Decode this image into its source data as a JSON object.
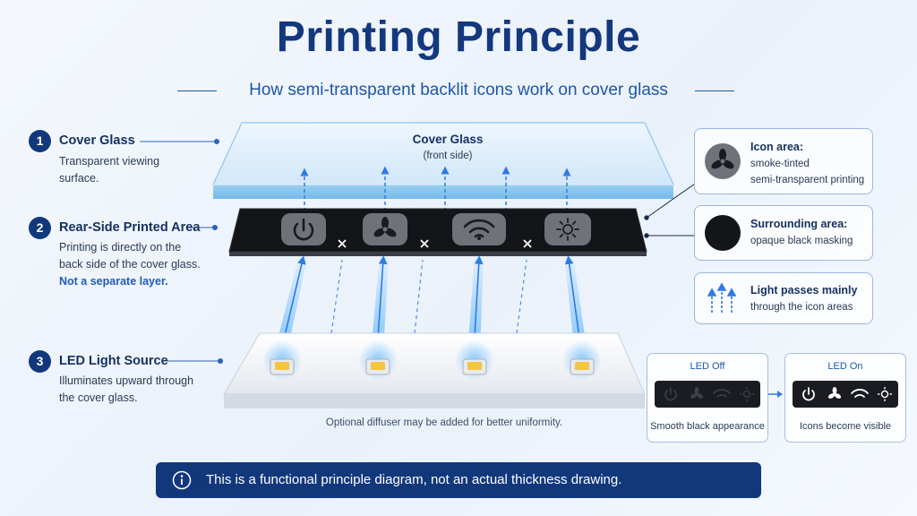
{
  "header": {
    "title": "Printing Principle",
    "subtitle": "How semi-transparent backlit icons work on cover glass"
  },
  "steps": [
    {
      "num": "1",
      "title": "Cover Glass",
      "desc_lines": [
        "Transparent viewing",
        "surface."
      ]
    },
    {
      "num": "2",
      "title": "Rear-Side Printed Area",
      "desc_lines": [
        "Printing is directly on the",
        "back side of the cover glass."
      ],
      "note": "Not a separate layer."
    },
    {
      "num": "3",
      "title": "LED Light Source",
      "desc_lines": [
        "Illuminates upward through",
        "the cover glass."
      ]
    }
  ],
  "diagram": {
    "glass_label": "Cover Glass",
    "glass_sub": "(front side)",
    "diffuser_note": "Optional diffuser may be added for better uniformity.",
    "icons": [
      "power-icon",
      "fan-icon",
      "wifi-icon",
      "sun-icon"
    ]
  },
  "info_boxes": [
    {
      "title": "Icon area:",
      "desc_lines": [
        "smoke-tinted",
        "semi-transparent printing"
      ],
      "icon": "fan-icon"
    },
    {
      "title": "Surrounding area:",
      "desc_lines": [
        "opaque black masking"
      ],
      "icon": "black-circle-icon"
    },
    {
      "title": "Light passes mainly",
      "desc_lines": [
        "through the icon areas"
      ],
      "icon": "arrows-up-icon"
    }
  ],
  "led_states": [
    {
      "title": "LED Off",
      "caption": "Smooth black appearance"
    },
    {
      "title": "LED On",
      "caption": "Icons become visible"
    }
  ],
  "footer": {
    "text": "This is a functional principle diagram, not an actual thickness drawing.",
    "icon": "info-icon"
  },
  "colors": {
    "navy": "#12387c",
    "accent_blue": "#1d57a8",
    "glass": "#bfe0f7",
    "printed_layer": "#141519",
    "led_glow": "#4aa8ff"
  }
}
